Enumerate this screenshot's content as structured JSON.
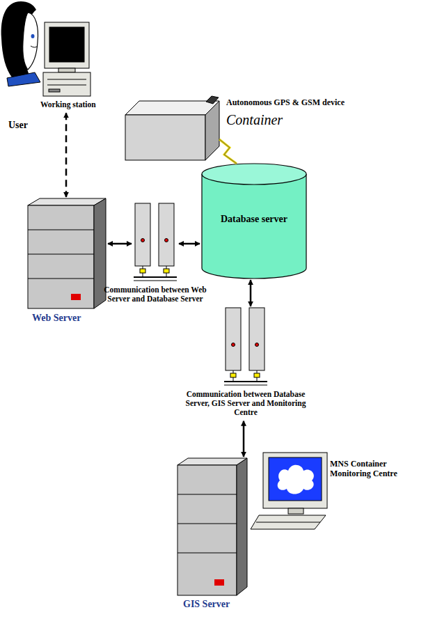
{
  "diagram": {
    "nodes": [
      {
        "text": [
          "User"
        ]
      },
      {
        "text": [
          "Working station"
        ]
      },
      {
        "text": [
          "Autonomous GPS & GSM device",
          "Container"
        ]
      },
      {
        "text": [
          "Web Server"
        ]
      },
      {
        "text": [
          "Communication between Web Server and Database Server"
        ]
      },
      {
        "text": [
          "Database server"
        ]
      },
      {
        "text": [
          "Communication between Database Server, GIS Server and Monitoring Centre"
        ]
      },
      {
        "text": [
          "MNS Container Monitoring Centre"
        ]
      },
      {
        "text": [
          "GIS Server"
        ]
      }
    ],
    "edges": [
      {
        "from": 1,
        "to": 3,
        "arrow": "both"
      },
      {
        "from": 3,
        "to": 4,
        "arrow": "both"
      },
      {
        "from": 4,
        "to": 5,
        "arrow": "both"
      },
      {
        "from": 2,
        "to": 5,
        "arrow": "none"
      },
      {
        "from": 5,
        "to": 6,
        "arrow": "both"
      },
      {
        "from": 6,
        "to": 8,
        "arrow": "both"
      }
    ]
  }
}
